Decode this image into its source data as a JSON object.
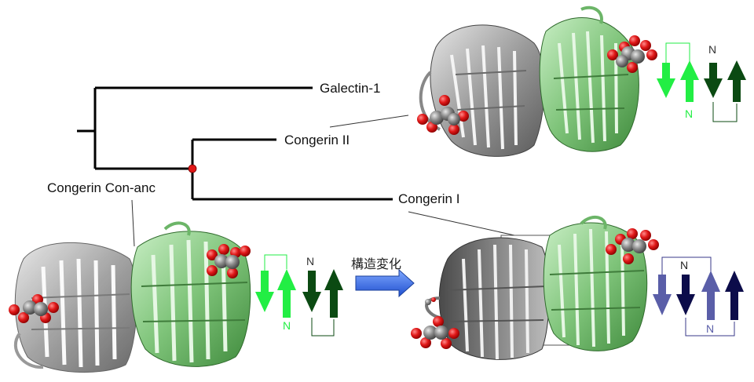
{
  "tree": {
    "leaves": [
      "Galectin-1",
      "Congerin II",
      "Congerin I"
    ],
    "ancestor_label": "Congerin Con-anc"
  },
  "transition_label": "構造変化",
  "topology_n_label": "N",
  "colors": {
    "protein_gray": "#a8a8a8",
    "protein_green": "#8fcf8a",
    "ligand_red": "#e01818",
    "ligand_gray": "#8a8a8a",
    "arrow_light_green": "#22ee44",
    "arrow_dark_green": "#0b4a12",
    "arrow_slate": "#5a5ea8",
    "arrow_navy": "#0c0c4a",
    "transition_arrow": "#2a5fd8",
    "node_marker": "#e01818"
  }
}
